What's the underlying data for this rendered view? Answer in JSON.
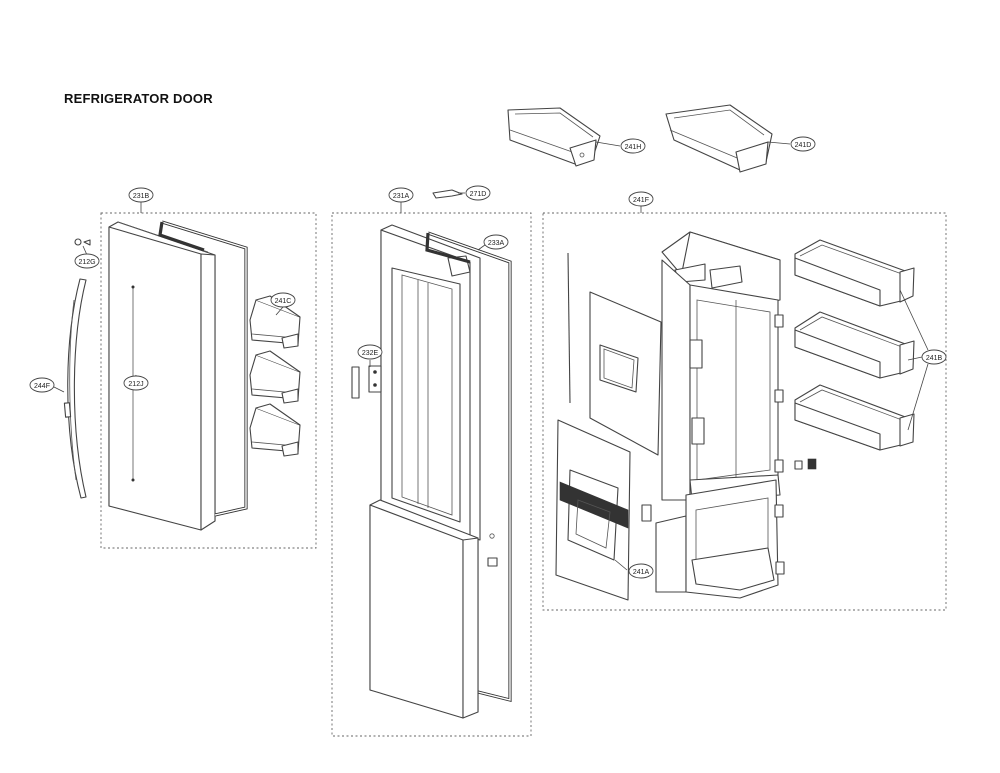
{
  "title": "REFRIGERATOR DOOR",
  "labels": {
    "c231B": "231B",
    "c212G": "212G",
    "c212J": "212J",
    "c244F": "244F",
    "c241C": "241C",
    "c231A": "231A",
    "c271D": "271D",
    "c233A": "233A",
    "c232E": "232E",
    "c241H": "241H",
    "c241D": "241D",
    "c241F": "241F",
    "c241B": "241B",
    "c241A": "241A"
  }
}
